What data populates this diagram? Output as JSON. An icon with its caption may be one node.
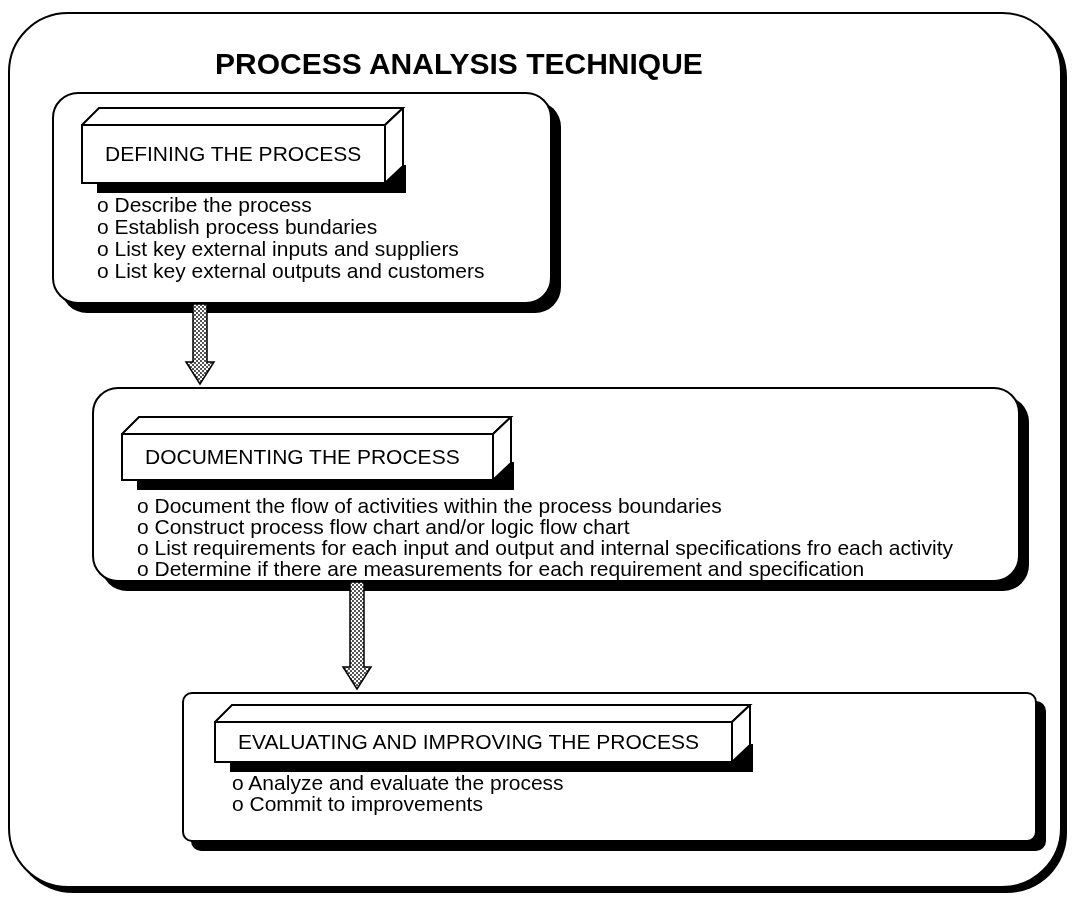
{
  "diagram": {
    "nodes": [
      {
        "text": [
          "PROCESS ANALYSIS TECHNIQUE"
        ]
      },
      {
        "text": [
          "o Describe the process",
          "o Establish process bundaries",
          "o List key external inputs and suppliers",
          "o List key external outputs and customers"
        ],
        "in": 0
      },
      {
        "text": [
          "DEFINING THE PROCESS"
        ],
        "in": 1
      },
      {
        "text": [
          "o Document the flow of activities within the process boundaries",
          "o Construct process flow chart and/or logic flow chart",
          "o List requirements for each input and output and internal specifications fro each activity",
          "o Determine if there are measurements for each requirement and specification"
        ],
        "in": 0
      },
      {
        "text": [
          "DOCUMENTING THE PROCESS"
        ],
        "in": 3
      },
      {
        "text": [
          "o Analyze and evaluate the process",
          "o Commit to improvements"
        ],
        "in": 0
      },
      {
        "text": [
          "EVALUATING AND IMPROVING THE PROCESS"
        ],
        "in": 5
      }
    ],
    "edges": [
      {
        "from": 1,
        "to": 3,
        "arrow": "to"
      },
      {
        "from": 3,
        "to": 5,
        "arrow": "to"
      }
    ]
  }
}
